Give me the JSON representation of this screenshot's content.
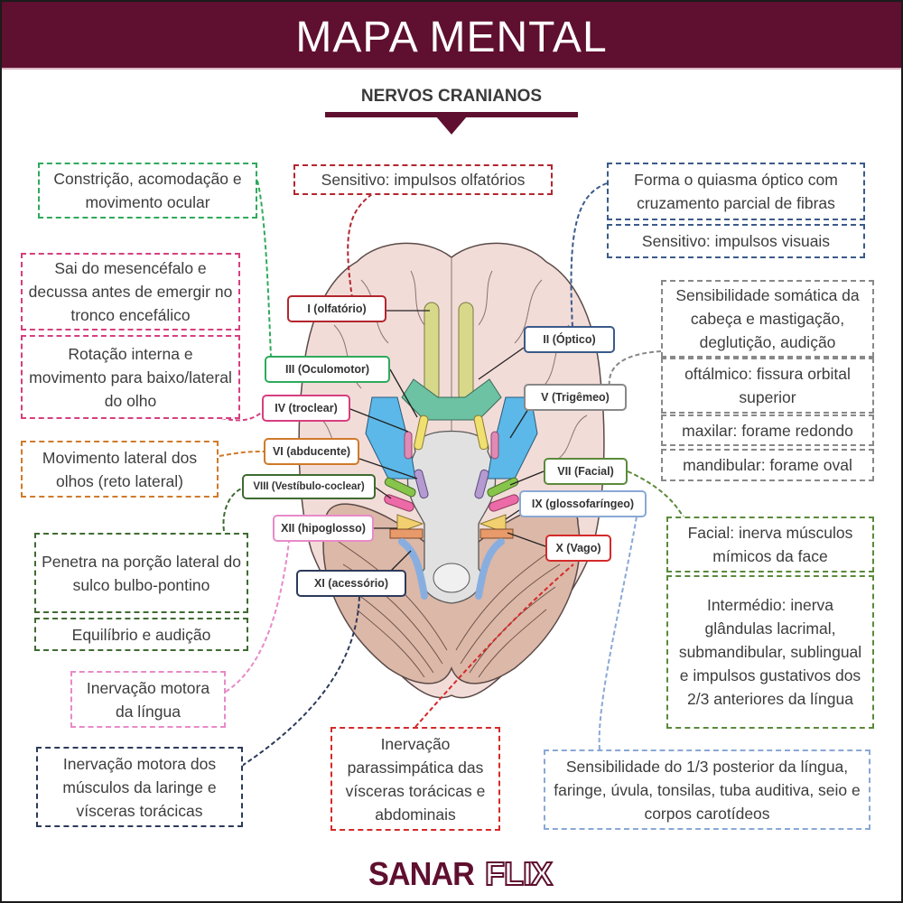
{
  "header": {
    "title": "MAPA MENTAL"
  },
  "subtitle": "NERVOS CRANIANOS",
  "colors": {
    "brand": "#5f0f2f",
    "olfatorio": "#b3262e",
    "optico": "#3b5a8a",
    "oculomotor": "#2eaa5c",
    "troclear": "#d63f7f",
    "trigemeo": "#888888",
    "abducente": "#d07a2a",
    "facial": "#5a8a3a",
    "vestibulococlear": "#3f6b32",
    "glossofaringeo": "#8aa8d6",
    "vago": "#d42a2a",
    "hipoglosso": "#e88ac8",
    "acessorio": "#2c3a5a"
  },
  "nerve_labels": [
    {
      "id": "I",
      "text": "I (olfatório)"
    },
    {
      "id": "II",
      "text": "II (Óptico)"
    },
    {
      "id": "III",
      "text": "III (Oculomotor)"
    },
    {
      "id": "IV",
      "text": "IV (troclear)"
    },
    {
      "id": "V",
      "text": "V (Trigêmeo)"
    },
    {
      "id": "VI",
      "text": "VI (abducente)"
    },
    {
      "id": "VII",
      "text": "VII (Facial)"
    },
    {
      "id": "VIII",
      "text": "VIII (Vestíbulo-coclear)"
    },
    {
      "id": "IX",
      "text": "IX (glossofaríngeo)"
    },
    {
      "id": "X",
      "text": "X (Vago)"
    },
    {
      "id": "XI",
      "text": "XI (acessório)"
    },
    {
      "id": "XII",
      "text": "XII (hipoglosso)"
    }
  ],
  "notes": {
    "olfatorio": "Sensitivo: impulsos olfatórios",
    "optico_1": "Forma o quiasma óptico com cruzamento parcial de fibras",
    "optico_2": "Sensitivo: impulsos visuais",
    "oculomotor": "Constrição, acomodação e movimento ocular",
    "troclear_1": "Sai do mesencéfalo e decussa antes de emergir no tronco encefálico",
    "troclear_2": "Rotação interna e movimento para baixo/lateral do olho",
    "trigemeo_1": "Sensibilidade somática da cabeça e mastigação, deglutição, audição",
    "trigemeo_2": "oftálmico: fissura orbital superior",
    "trigemeo_3": "maxilar: forame redondo",
    "trigemeo_4": "mandibular: forame oval",
    "abducente": "Movimento lateral dos olhos (reto lateral)",
    "vestibulococlear_1": "Penetra na porção lateral do sulco bulbo-pontino",
    "vestibulococlear_2": "Equilíbrio e audição",
    "facial_1": "Facial: inerva músculos mímicos da face",
    "facial_2": "Intermédio: inerva glândulas lacrimal, submandibular, sublingual e impulsos gustativos dos 2/3 anteriores da língua",
    "hipoglosso": "Inervação motora da língua",
    "acessorio": "Inervação motora dos músculos da laringe e vísceras torácicas",
    "vago": "Inervação parassimpática das vísceras torácicas e abdominais",
    "glossofaringeo": "Sensibilidade do 1/3 posterior da língua, faringe, úvula, tonsilas, tuba auditiva, seio e corpos carotídeos"
  },
  "logo": {
    "part1": "SANAR",
    "part2": "FLIX"
  }
}
